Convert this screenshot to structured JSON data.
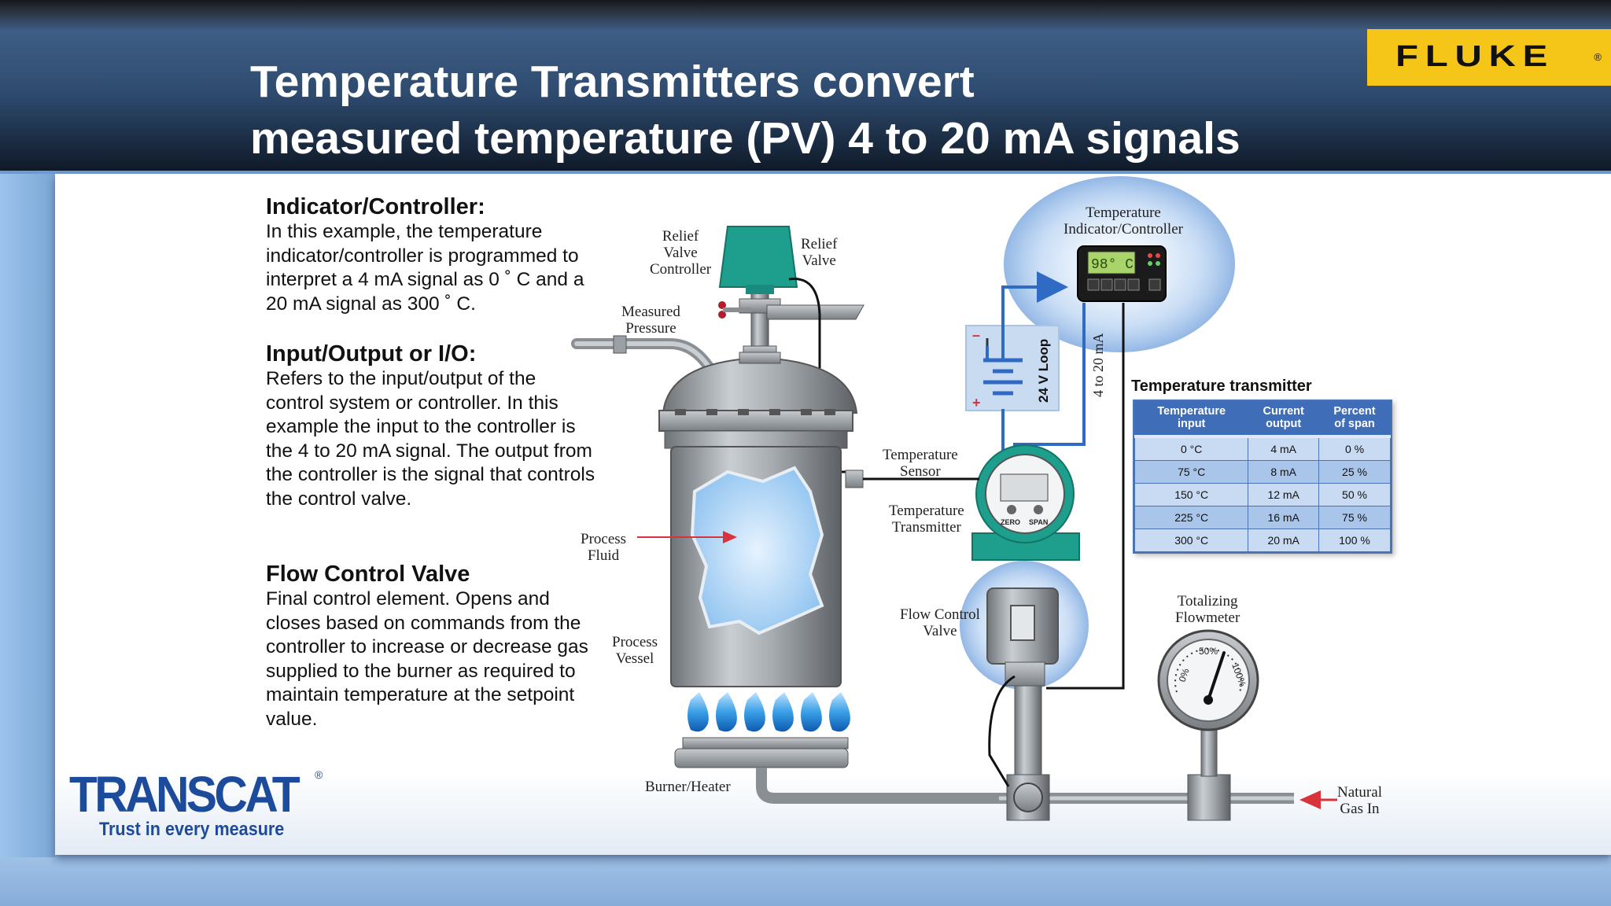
{
  "header": {
    "title_line1": "Temperature Transmitters convert",
    "title_line2": "measured temperature (PV) 4 to 20 mA signals",
    "brand_logo": "FLUKE",
    "brand_reg": "®"
  },
  "sections": [
    {
      "heading": "Indicator/Controller:",
      "body": "In this example, the temperature indicator/controller is programmed to interpret a 4 mA signal as 0 ˚ C and a 20 mA signal as 300 ˚ C."
    },
    {
      "heading": "Input/Output or I/O:",
      "body": "Refers to the input/output of the control system or controller. In this example the input to the controller is the 4 to 20 mA signal. The output from the controller is the signal that controls the control valve."
    },
    {
      "heading": "Flow Control Valve",
      "body": "Final control element. Opens and closes based on commands from the controller to increase or decrease gas supplied to the burner as required to maintain temperature at the setpoint value."
    }
  ],
  "footer_logo": {
    "name": "TRANSCAT",
    "reg": "®",
    "tagline": "Trust in every measure"
  },
  "diagram": {
    "labels": {
      "relief_valve_controller": [
        "Relief",
        "Valve",
        "Controller"
      ],
      "relief_valve": [
        "Relief",
        "Valve"
      ],
      "measured_pressure": [
        "Measured",
        "Pressure"
      ],
      "process_fluid": [
        "Process",
        "Fluid"
      ],
      "process_vessel": [
        "Process",
        "Vessel"
      ],
      "burner_heater": [
        "Burner/Heater"
      ],
      "temp_indicator_controller": [
        "Temperature",
        "Indicator/Controller"
      ],
      "temperature_sensor": [
        "Temperature",
        "Sensor"
      ],
      "temperature_transmitter": [
        "Temperature",
        "Transmitter"
      ],
      "flow_control_valve": [
        "Flow Control",
        "Valve"
      ],
      "totalizing_flowmeter": [
        "Totalizing",
        "Flowmeter"
      ],
      "natural_gas_in": [
        "Natural",
        "Gas In"
      ],
      "loop_supply": "24 V Loop",
      "signal_label": "4 to 20 mA",
      "display_reading": "98° C",
      "zero_label": "ZERO",
      "span_label": "SPAN",
      "gauge_0": "0%",
      "gauge_50": "50%",
      "gauge_100": "100%",
      "battery_minus": "–",
      "battery_plus": "+"
    }
  },
  "transmitter_table": {
    "title": "Temperature transmitter",
    "headers": [
      [
        "Temperature",
        "input"
      ],
      [
        "Current",
        "output"
      ],
      [
        "Percent",
        "of span"
      ]
    ],
    "rows": [
      [
        "0 °C",
        "4 mA",
        "0 %"
      ],
      [
        "75 °C",
        "8 mA",
        "25 %"
      ],
      [
        "150 °C",
        "12 mA",
        "50 %"
      ],
      [
        "225 °C",
        "16 mA",
        "75 %"
      ],
      [
        "300 °C",
        "20 mA",
        "100 %"
      ]
    ]
  },
  "colors": {
    "header_blue": "#3f5e86",
    "fluke_yellow": "#f5c518",
    "transcat_blue": "#1d4b9b",
    "signal_blue": "#2f6bc4",
    "valve_green": "#1e9e8c",
    "table_header": "#3f6db8",
    "flame_blue": "#3aa0e8"
  }
}
